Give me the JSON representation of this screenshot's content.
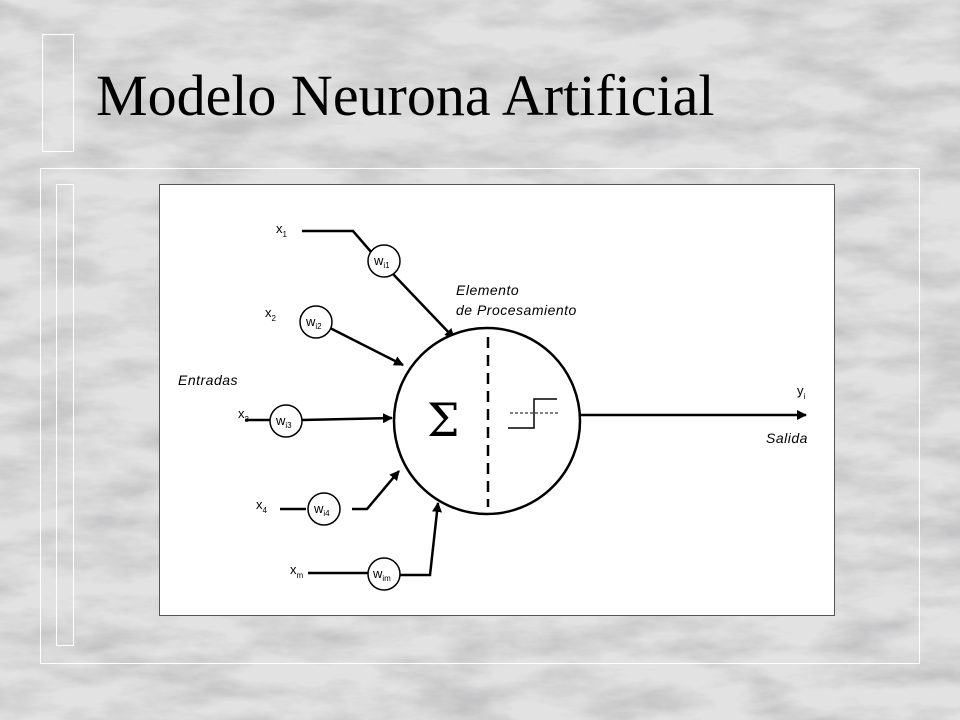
{
  "slide": {
    "title": "Modelo Neurona Artificial"
  },
  "diagram": {
    "inputs_label": "Entradas",
    "processing_label_line1": "Elemento",
    "processing_label_line2": "de Procesamiento",
    "output_label": "Salida",
    "sum_symbol": "Σ",
    "output_var": {
      "base": "y",
      "sub": "i"
    },
    "inputs": [
      {
        "x": "x",
        "x_sub": "1",
        "w": "w",
        "w_sub": "i1"
      },
      {
        "x": "x",
        "x_sub": "2",
        "w": "w",
        "w_sub": "i2"
      },
      {
        "x": "x",
        "x_sub": "3",
        "w": "w",
        "w_sub": "i3"
      },
      {
        "x": "x",
        "x_sub": "4",
        "w": "w",
        "w_sub": "i4"
      },
      {
        "x": "x",
        "x_sub": "m",
        "w": "w",
        "w_sub": "im"
      }
    ]
  }
}
